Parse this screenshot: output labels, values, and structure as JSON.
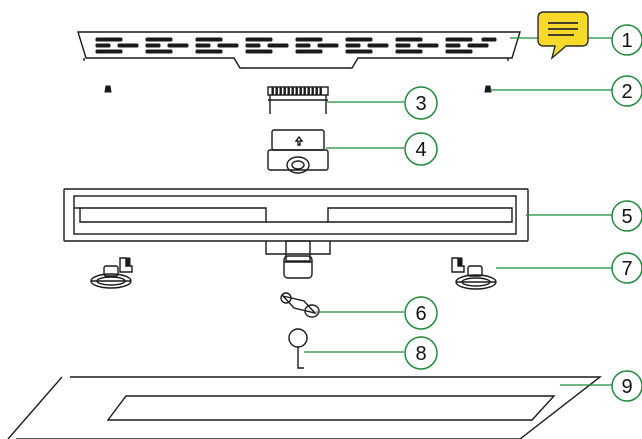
{
  "diagram": {
    "callouts": [
      {
        "id": 1,
        "label": "1"
      },
      {
        "id": 2,
        "label": "2"
      },
      {
        "id": 3,
        "label": "3"
      },
      {
        "id": 4,
        "label": "4"
      },
      {
        "id": 5,
        "label": "5"
      },
      {
        "id": 6,
        "label": "6"
      },
      {
        "id": 7,
        "label": "7"
      },
      {
        "id": 8,
        "label": "8"
      },
      {
        "id": 9,
        "label": "9"
      }
    ],
    "colors": {
      "leader": "#1f8a3a",
      "line": "#1a1a1a",
      "comment_bubble": "#f7d92a"
    },
    "icons": [
      "comment-icon"
    ]
  }
}
